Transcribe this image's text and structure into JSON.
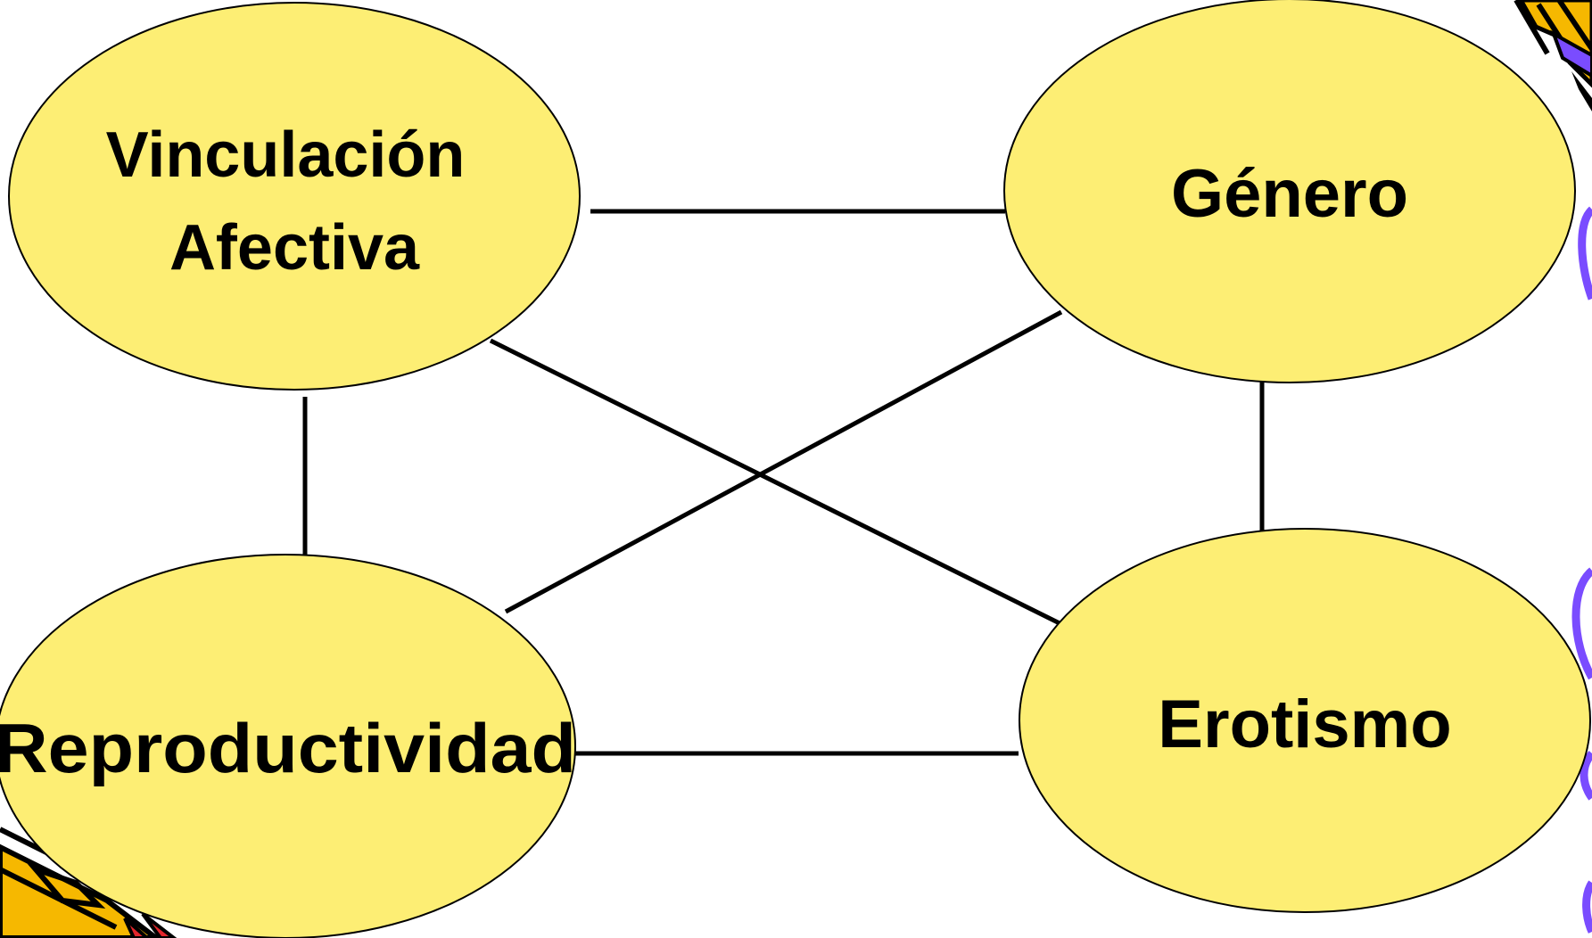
{
  "diagram": {
    "nodes": {
      "vinculacion": {
        "line1": "Vinculación",
        "line2": "Afectiva"
      },
      "genero": {
        "label": "Género"
      },
      "reproductividad": {
        "label": "Reproductividad"
      },
      "erotismo": {
        "label": "Erotismo"
      }
    },
    "colors": {
      "ellipse_fill": "#fdee74",
      "ellipse_stroke": "#000000",
      "connector": "#000000",
      "clipart_purple": "#7a4cff",
      "clipart_orange": "#f6b800",
      "clipart_red": "#e3262c"
    },
    "decorations": [
      "pencil-clipart-top-right",
      "purple-scribble-right",
      "pencil-clipart-bottom-left"
    ]
  }
}
